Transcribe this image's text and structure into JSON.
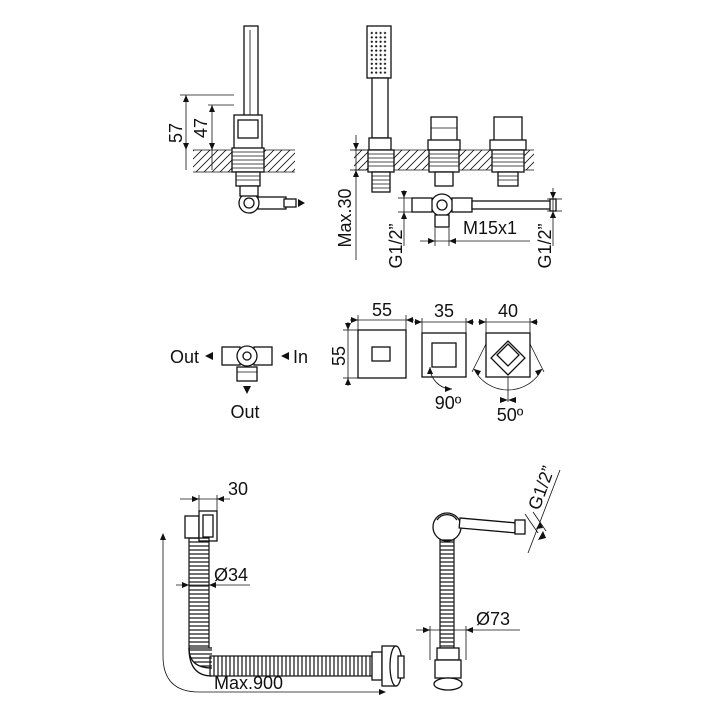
{
  "labels": {
    "dim_57": "57",
    "dim_47": "47",
    "dim_max30": "Max.30",
    "dim_g12_left": "G1/2”",
    "dim_m15x1": "M15x1",
    "dim_g12_right": "G1/2”",
    "out_left": "Out",
    "in_right": "In",
    "out_bottom": "Out",
    "dim_55_width": "55",
    "dim_55_height": "55",
    "dim_35": "35",
    "dim_40": "40",
    "angle_90": "90º",
    "angle_50": "50º",
    "dim_30": "30",
    "dim_d34": "Ø34",
    "dim_max900": "Max.900",
    "dim_g12_waste": "G1/2”",
    "dim_d73": "Ø73"
  },
  "colors": {
    "line": "#111111",
    "background": "#ffffff"
  }
}
